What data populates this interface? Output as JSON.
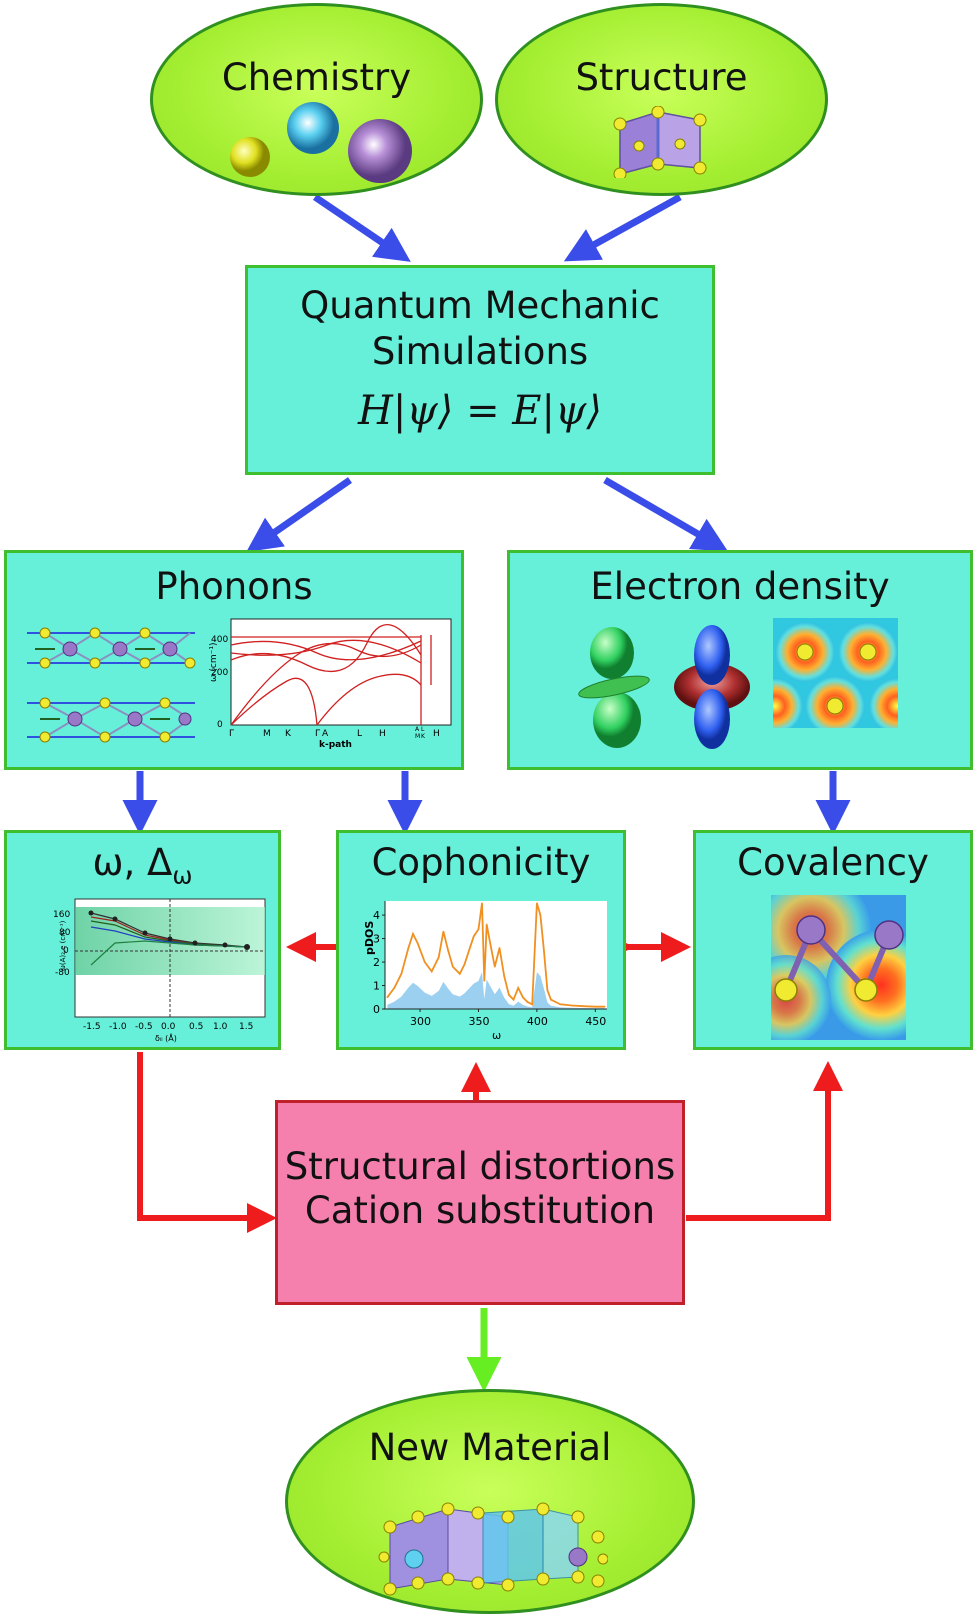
{
  "nodes": {
    "chemistry": "Chemistry",
    "structure": "Structure",
    "qm_line1": "Quantum Mechanic",
    "qm_line2": "Simulations",
    "qm_equation": "H|ψ⟩ = E|ψ⟩",
    "phonons": "Phonons",
    "electron_density": "Electron density",
    "omega_main": "ω, Δ",
    "omega_sub": "ω",
    "cophonicity": "Cophonicity",
    "covalency": "Covalency",
    "distortions_line1": "Structural distortions",
    "distortions_line2": "Cation substitution",
    "new_material": "New Material"
  },
  "phonon_plot": {
    "ylabel": "ω (cm⁻¹)",
    "xlabel": "k-path",
    "yticks": [
      "0",
      "200",
      "400"
    ],
    "xticks": [
      "Γ",
      "M",
      "K",
      "Γ",
      "A",
      "L",
      "H",
      "A",
      "L",
      "M",
      "K",
      "H"
    ]
  },
  "omega_plot": {
    "ylabel": "ω(A)₂,e (cm⁻¹)",
    "xlabel": "δₗₗ (Å)",
    "yticks": [
      "160",
      "80",
      "0",
      "-80"
    ],
    "xticks": [
      "-1.5",
      "-1.0",
      "-0.5",
      "0.0",
      "0.5",
      "1.0",
      "1.5"
    ]
  },
  "chart_data": {
    "type": "line",
    "xlabel": "ω",
    "ylabel": "pDOS",
    "xlim": [
      270,
      460
    ],
    "ylim": [
      0,
      4.6
    ],
    "xticks": [
      "300",
      "350",
      "400",
      "450"
    ],
    "yticks": [
      "0",
      "1",
      "2",
      "3",
      "4"
    ],
    "x": [
      272,
      278,
      284,
      290,
      294,
      298,
      304,
      310,
      316,
      320,
      324,
      328,
      334,
      338,
      342,
      346,
      350,
      353,
      355,
      357,
      360,
      364,
      368,
      372,
      376,
      380,
      384,
      388,
      392,
      396,
      400,
      403,
      406,
      409,
      412,
      416,
      420,
      430,
      440,
      450,
      458
    ],
    "series": [
      {
        "values": [
          0.5,
          0.9,
          1.5,
          2.6,
          3.2,
          2.8,
          2.0,
          1.6,
          2.2,
          3.3,
          2.5,
          1.8,
          1.5,
          1.9,
          2.5,
          3.1,
          3.4,
          4.5,
          1.2,
          3.6,
          2.8,
          1.8,
          2.6,
          1.4,
          0.6,
          0.4,
          0.9,
          0.5,
          0.3,
          0.2,
          4.5,
          4.0,
          2.5,
          0.8,
          0.4,
          0.3,
          0.2,
          0.15,
          0.12,
          0.1,
          0.1
        ]
      }
    ]
  },
  "colors": {
    "ellipse_fill": "#a4ee32",
    "ellipse_border": "#2f8f1f",
    "box_fill": "#66f0da",
    "box_border": "#3fbf2f",
    "pink_fill": "#f57fad",
    "pink_border": "#c0202a",
    "blue_arrow": "#3a4de8",
    "red_arrow": "#ee1c1c",
    "green_arrow": "#66ee22"
  }
}
